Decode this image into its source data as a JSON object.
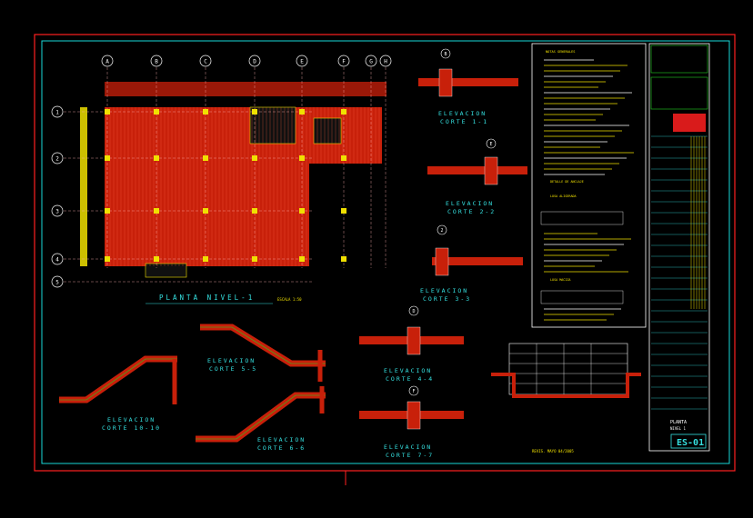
{
  "grid": {
    "columns": [
      "A",
      "B",
      "C",
      "D",
      "E",
      "F",
      "G",
      "H"
    ],
    "rows": [
      "1",
      "2",
      "3",
      "4",
      "5"
    ]
  },
  "plan": {
    "title": "PLANTA NIVEL-1",
    "scale": "ESCALA 1:50"
  },
  "sections": [
    {
      "name": "ELEVACION",
      "cut": "CORTE 1-1",
      "marker": "B"
    },
    {
      "name": "ELEVACION",
      "cut": "CORTE 2-2",
      "marker": "E"
    },
    {
      "name": "ELEVACION",
      "cut": "CORTE 3-3",
      "marker": "2"
    },
    {
      "name": "ELEVACION",
      "cut": "CORTE 4-4",
      "marker": "D"
    },
    {
      "name": "ELEVACION",
      "cut": "CORTE 7-7",
      "marker": "F"
    },
    {
      "name": "ELEVACION",
      "cut": "CORTE 5-5"
    },
    {
      "name": "ELEVACION",
      "cut": "CORTE 6-6"
    },
    {
      "name": "ELEVACION",
      "cut": "CORTE 10-10"
    }
  ],
  "notes": {
    "title": "NOTAS GENERALES",
    "sub1": "DETALLE DE ANCLAJE",
    "sub2": "LOSA ALIGERADA",
    "sub3": "LOSA MACIZA"
  },
  "footer_date": "REVIS. MAYO 04/2005",
  "title_block": {
    "sheet_name": "PLANTA",
    "sheet_sub": "NIVEL 1",
    "sheet_number": "ES-01"
  },
  "colors": {
    "border": "#ff2020",
    "frame": "#19d9d9",
    "slab": "#c8200a",
    "text_cyan": "#35e0e0",
    "text_yellow": "#f0e000",
    "green": "#20d020"
  }
}
